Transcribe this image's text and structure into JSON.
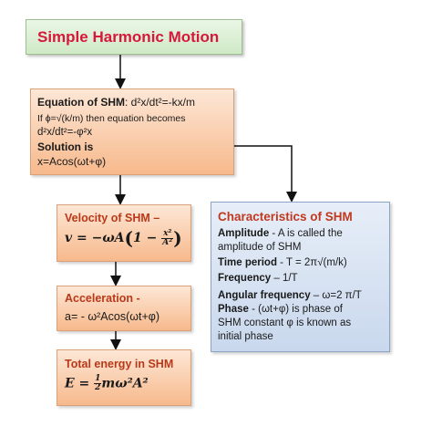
{
  "title": "Simple Harmonic Motion",
  "equation_box": {
    "heading": "Equation of SHM",
    "heading_formula": ": d²x/dt²=-kx/m",
    "line2": "If ϕ=√(k/m)  then equation becomes",
    "line3": "d²x/dt²=-φ²x",
    "solution_heading": "Solution is",
    "solution": "x=Acos(ωt+φ)"
  },
  "velocity_box": {
    "heading": "Velocity of SHM –",
    "formula_lhs": "v = −ωA",
    "formula_num": "x²",
    "formula_den": "A²",
    "formula_inner_prefix": "1 − "
  },
  "acceleration_box": {
    "heading": "Acceleration -",
    "formula": "a= - ω²Acos(ωt+φ)"
  },
  "energy_box": {
    "heading": "Total energy in SHM",
    "formula_lhs": "E = ",
    "formula_num": "1",
    "formula_den": "2",
    "formula_rhs": "mω²A²"
  },
  "characteristics_box": {
    "heading": "Characteristics of SHM",
    "amplitude_label": "Amplitude",
    "amplitude_text": " - A is called the",
    "amplitude_text2": "amplitude of SHM",
    "period_label": "Time period",
    "period_text": " - T = 2π√(m/k)",
    "frequency_label": "Frequency",
    "frequency_text": " – 1/T",
    "angular_label": "Angular frequency",
    "angular_text": " – ω=2 π/T",
    "phase_label": "Phase",
    "phase_text": " - (ωt+φ) is phase of",
    "phase_text2": "SHM constant φ is known as",
    "phase_text3": "initial phase"
  }
}
